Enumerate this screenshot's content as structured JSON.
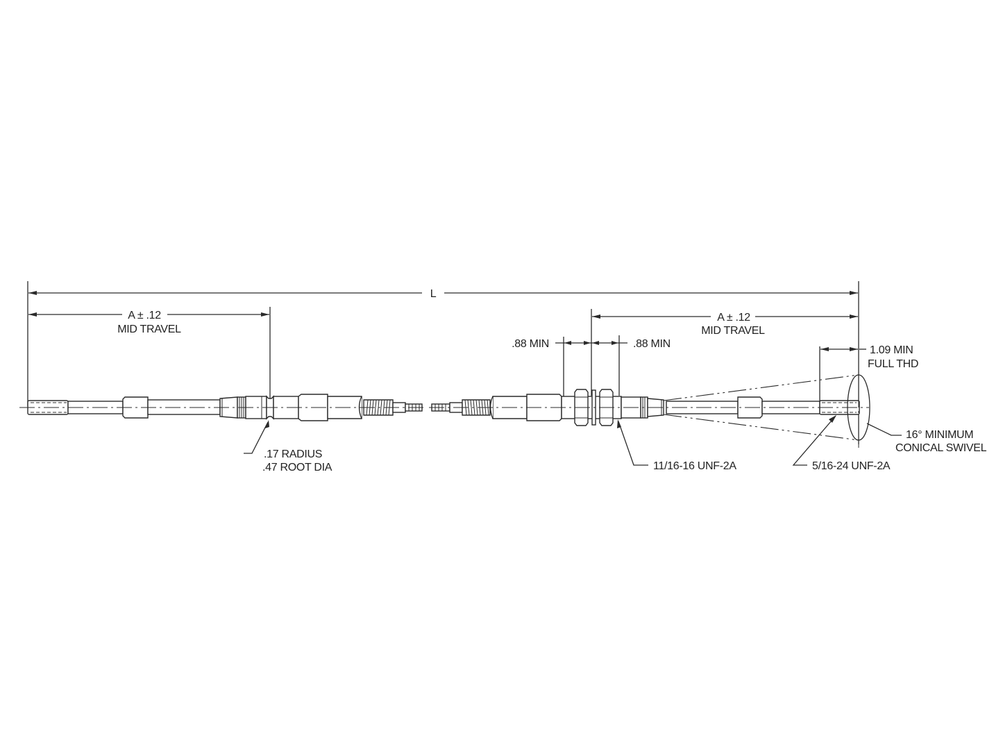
{
  "drawing": {
    "title": "Push-pull control cable dimension drawing",
    "colors": {
      "line": "#2a2a2a",
      "text": "#222222",
      "background": "#ffffff"
    }
  },
  "dimensions": {
    "overall_length": {
      "label": "L"
    },
    "left_mid_travel": {
      "value": "A ± .12",
      "note": "MID TRAVEL"
    },
    "right_mid_travel": {
      "value": "A ± .12",
      "note": "MID TRAVEL"
    },
    "left_min": {
      "label": ".88 MIN"
    },
    "right_min": {
      "label": ".88 MIN"
    },
    "full_thread": {
      "value": "1.09 MIN",
      "note": "FULL THD"
    }
  },
  "callouts": {
    "groove": {
      "line1": ".17 RADIUS",
      "line2": ".47 ROOT DIA"
    },
    "bulkhead_thread": {
      "label": "11/16-16 UNF-2A"
    },
    "rod_thread": {
      "label": "5/16-24 UNF-2A"
    },
    "swivel": {
      "line1": "16° MINIMUM",
      "line2": "CONICAL SWIVEL"
    }
  }
}
